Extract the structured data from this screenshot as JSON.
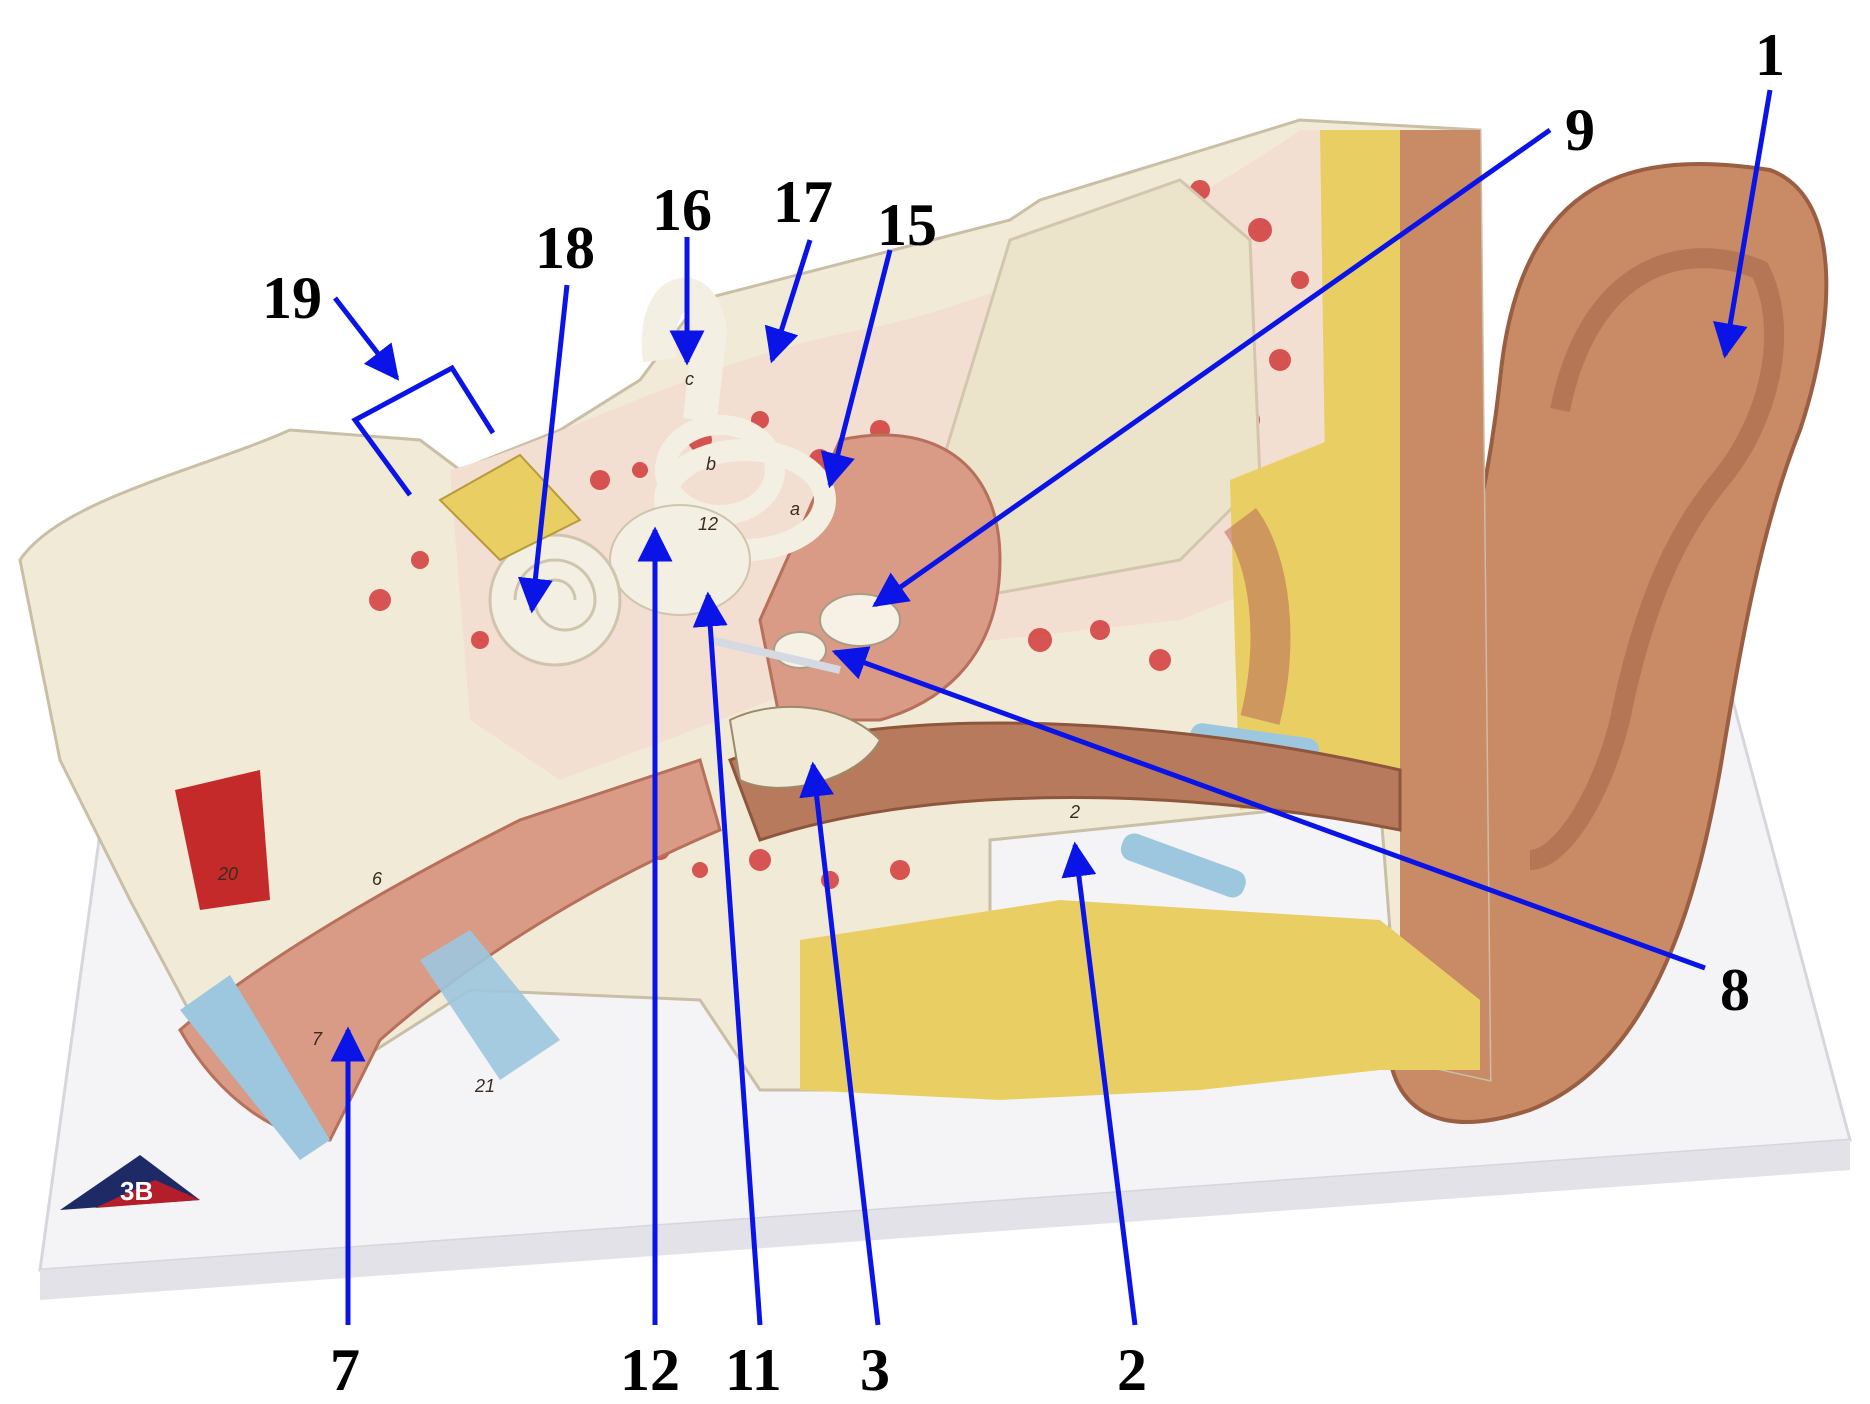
{
  "colors": {
    "background": "#ffffff",
    "arrow": "#0a14e6",
    "label_text": "#000000",
    "base_plate": "#f4f4f6",
    "bone_cream": "#f1ead7",
    "bone_spongy_red": "#d23a3a",
    "skin_tan": "#c98a66",
    "fat_yellow": "#e9cf63",
    "cartilage_blue": "#9cc7de",
    "muscle_pink": "#d99a86",
    "ear_canal_brown": "#b77a5c"
  },
  "figure": {
    "subject": "3D anatomical model of the human ear, sectioned",
    "logo_text": "3B",
    "labels": {
      "l1": "1",
      "l2": "2",
      "l3": "3",
      "l7": "7",
      "l8": "8",
      "l9": "9",
      "l11": "11",
      "l12": "12",
      "l15": "15",
      "l16": "16",
      "l17": "17",
      "l18": "18",
      "l19": "19"
    },
    "model_markings": {
      "m20": "20",
      "m21": "21",
      "m6": "6",
      "m7": "7",
      "ma": "a",
      "mb": "b",
      "mc": "c",
      "m12": "12",
      "m2": "2"
    }
  }
}
